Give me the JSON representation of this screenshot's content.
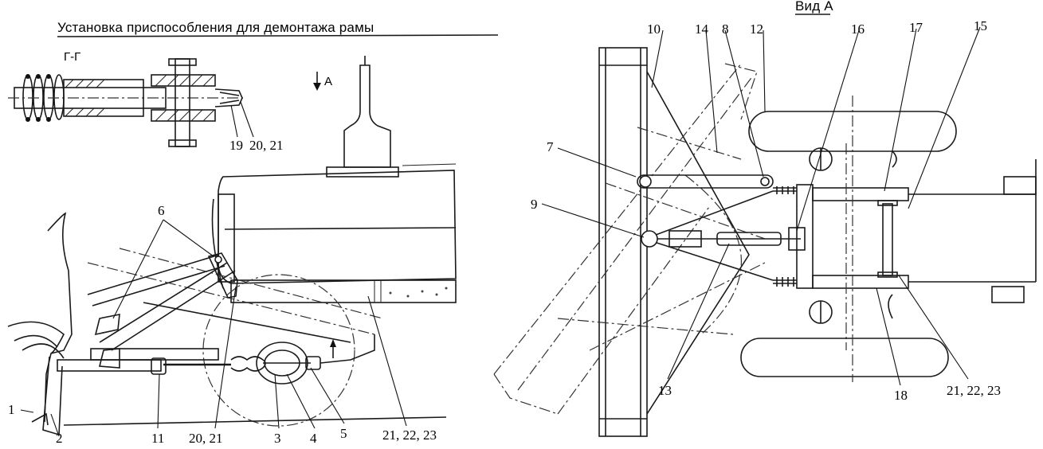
{
  "left_view": {
    "title": "Установка приспособления для демонтажа рамы",
    "section_label": "Г-Г",
    "arrow_label": "А",
    "section_callouts": [
      "19",
      "20, 21"
    ],
    "callouts": [
      "1",
      "2",
      "11",
      "20, 21",
      "3",
      "4",
      "5",
      "21, 22, 23",
      "6"
    ]
  },
  "right_view": {
    "title": "Вид А",
    "callouts_top": [
      "10",
      "14",
      "8",
      "12",
      "16",
      "17",
      "15"
    ],
    "callouts_side": [
      "7",
      "9"
    ],
    "callouts_bottom": [
      "13",
      "18",
      "21, 22, 23"
    ]
  },
  "colors": {
    "ink": "#1a1a1a",
    "paper": "#ffffff"
  }
}
